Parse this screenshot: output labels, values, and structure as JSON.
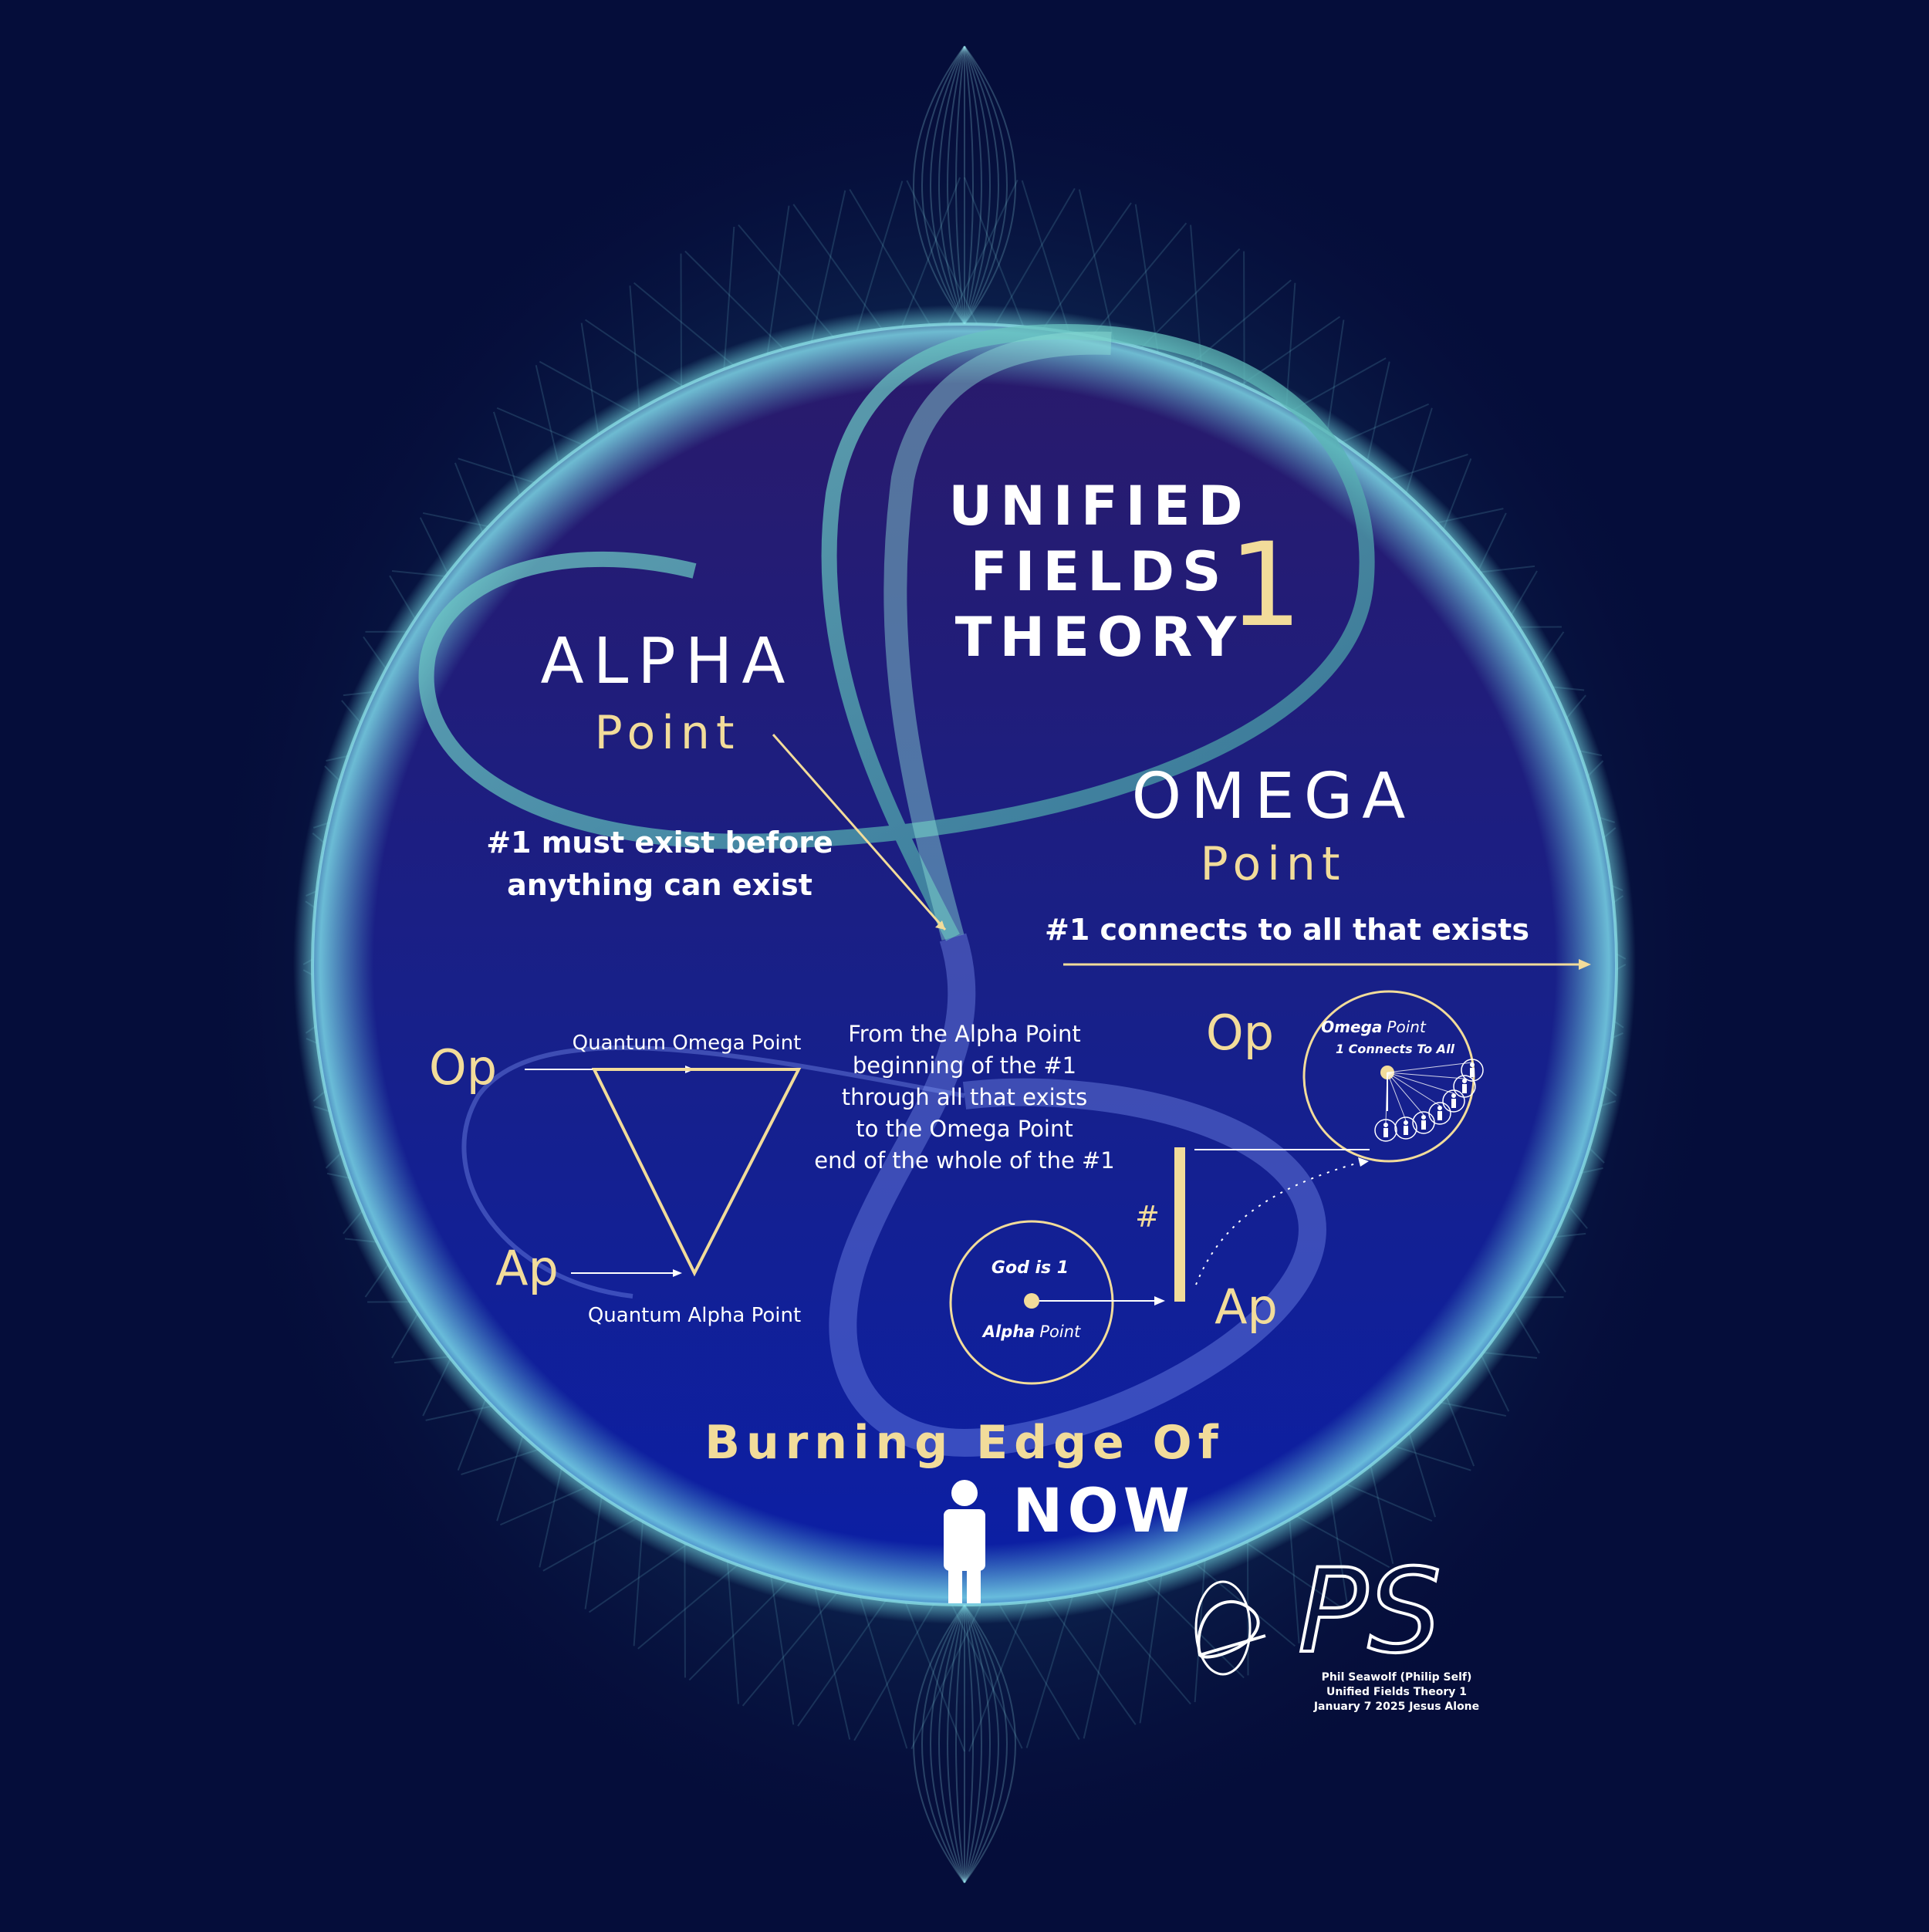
{
  "colors": {
    "background": "#050d3a",
    "glow": "#6fd6e0",
    "cream": "#f2dc9a",
    "white": "#ffffff",
    "circle_top": "#2a1a6a",
    "circle_bottom": "#0b1fa6"
  },
  "title": {
    "line1": "UNIFIED",
    "line2": "FIELDS",
    "line3": "THEORY",
    "number": "1"
  },
  "alpha": {
    "word": "ALPHA",
    "point": "Point",
    "desc1": "#1 must exist before",
    "desc2": "anything can exist"
  },
  "omega": {
    "word": "OMEGA",
    "point": "Point",
    "desc": "#1 connects to all that exists"
  },
  "triangle": {
    "op": "Op",
    "ap": "Ap",
    "top_label": "Quantum Omega Point",
    "bottom_label": "Quantum Alpha Point"
  },
  "center_text": {
    "l1": "From the Alpha Point",
    "l2": "beginning of the #1",
    "l3": "through all that exists",
    "l4": "to the Omega Point",
    "l5": "end of the whole of the #1"
  },
  "right_diagram": {
    "op": "Op",
    "ap": "Ap",
    "hash": "#",
    "omega_word": "Omega",
    "omega_point": "Point",
    "connects": "1 Connects To All",
    "god": "God is 1",
    "alpha_word": "Alpha",
    "alpha_point": "Point"
  },
  "bottom": {
    "burning": "Burning Edge Of",
    "now": "NOW"
  },
  "signature": {
    "monogram": "PS",
    "name": "Phil Seawolf (Philip Self)",
    "work": "Unified Fields Theory 1",
    "date": "January 7 2025 Jesus Alone"
  }
}
